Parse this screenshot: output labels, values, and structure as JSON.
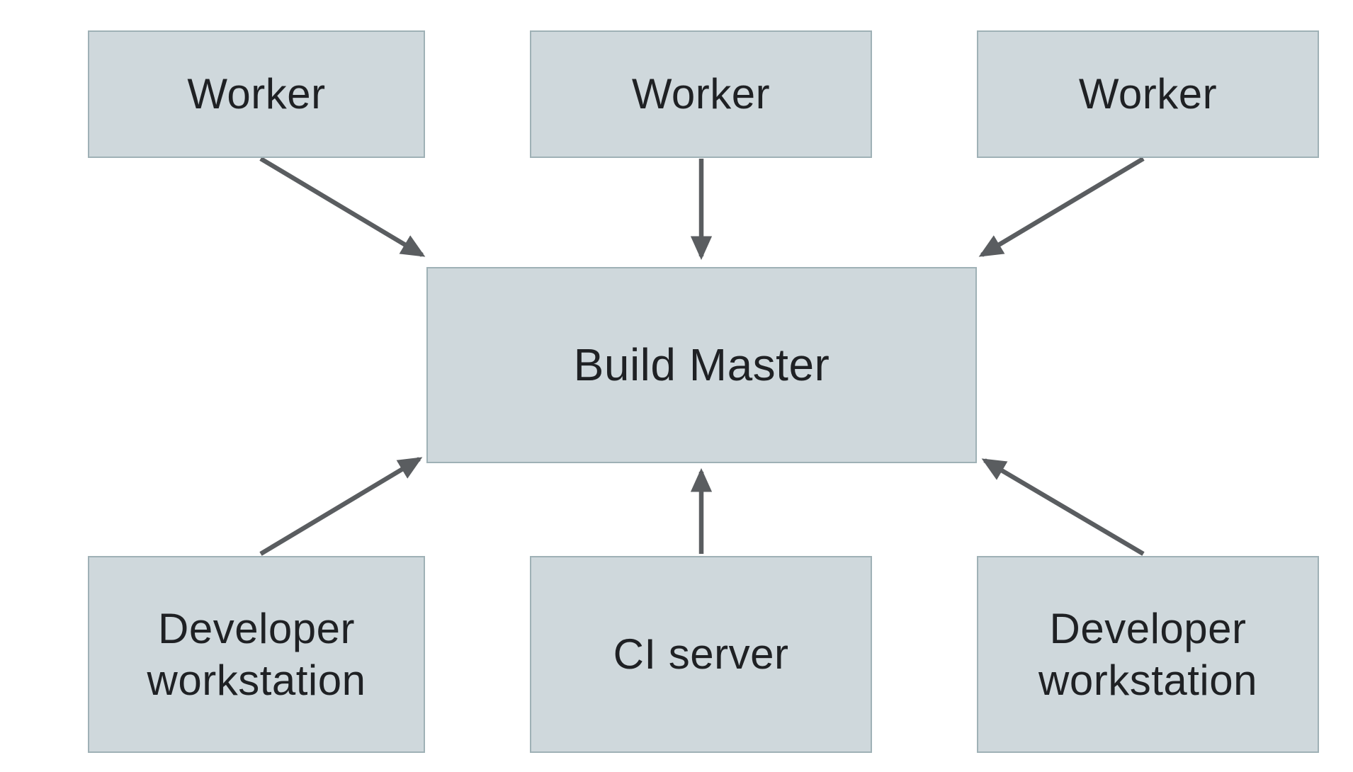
{
  "diagram": {
    "nodes": {
      "worker1": {
        "label": "Worker"
      },
      "worker2": {
        "label": "Worker"
      },
      "worker3": {
        "label": "Worker"
      },
      "build_master": {
        "label": "Build Master"
      },
      "dev_workstation_left": {
        "label": "Developer workstation"
      },
      "ci_server": {
        "label": "CI server"
      },
      "dev_workstation_right": {
        "label": "Developer workstation"
      }
    },
    "edges": [
      {
        "from": "worker1",
        "to": "build_master"
      },
      {
        "from": "worker2",
        "to": "build_master"
      },
      {
        "from": "worker3",
        "to": "build_master"
      },
      {
        "from": "dev_workstation_left",
        "to": "build_master"
      },
      {
        "from": "ci_server",
        "to": "build_master"
      },
      {
        "from": "dev_workstation_right",
        "to": "build_master"
      }
    ],
    "colors": {
      "node_fill": "#cfd8dc",
      "node_border": "#9fb1b6",
      "arrow": "#5a5d60",
      "text": "#1f2124",
      "background": "#ffffff"
    }
  }
}
